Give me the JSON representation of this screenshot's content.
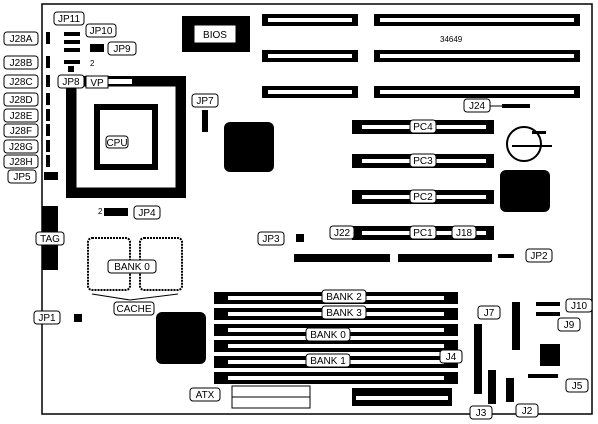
{
  "board": {
    "bios_label": "BIOS",
    "part_number": "34649",
    "tiny_label": "2",
    "tiny_label_2": "2"
  },
  "jumpers_left": [
    "J28A",
    "J28B",
    "J28C",
    "J28D",
    "J28E",
    "J28F",
    "J28G",
    "J28H",
    "JP5"
  ],
  "labels": {
    "jp11": "JP11",
    "jp10": "JP10",
    "jp9": "JP9",
    "jp8": "JP8",
    "vp": "VP",
    "jp7": "JP7",
    "cpu": "CPU",
    "tag": "TAG",
    "jp4": "JP4",
    "bank0_cache": "BANK 0",
    "cache": "CACHE",
    "jp1": "JP1",
    "jp3": "JP3",
    "j22": "J22",
    "j18": "J18",
    "jp2": "JP2",
    "j24": "J24",
    "pc4": "PC4",
    "pc3": "PC3",
    "pc2": "PC2",
    "pc1": "PC1",
    "bank2": "BANK 2",
    "bank3": "BANK 3",
    "bank0": "BANK 0",
    "bank1": "BANK 1",
    "j7": "J7",
    "j10": "J10",
    "j9": "J9",
    "j4": "J4",
    "j5": "J5",
    "atx": "ATX",
    "j3": "J3",
    "j2": "J2"
  }
}
